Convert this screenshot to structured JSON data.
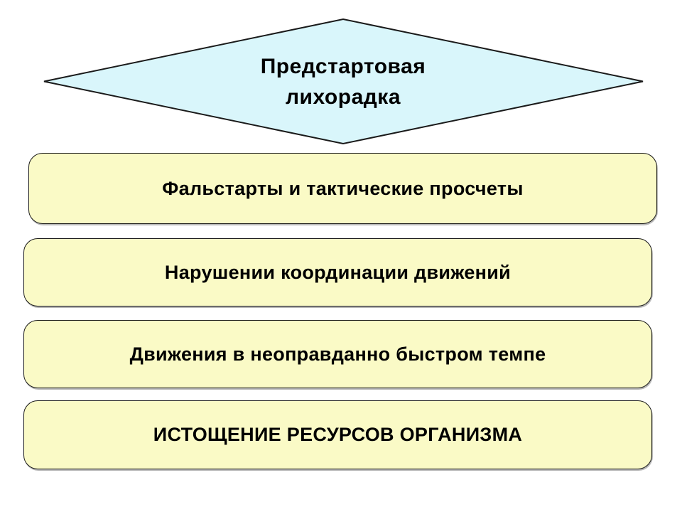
{
  "diagram": {
    "diamond": {
      "line1": "Предстартовая",
      "line2": "лихорадка",
      "fill": "#d9f6fb",
      "stroke": "#1a1a1a"
    },
    "boxes": [
      {
        "label": "Фальстарты и тактические просчеты"
      },
      {
        "label": "Нарушении координации движений"
      },
      {
        "label": "Движения в неоправданно быстром темпе"
      },
      {
        "label": "ИСТОЩЕНИЕ РЕСУРСОВ ОРГАНИЗМА"
      }
    ],
    "colors": {
      "box_fill": "#fafac6",
      "box_border": "#1a1a1a",
      "text": "#000000",
      "background": "#ffffff"
    }
  }
}
